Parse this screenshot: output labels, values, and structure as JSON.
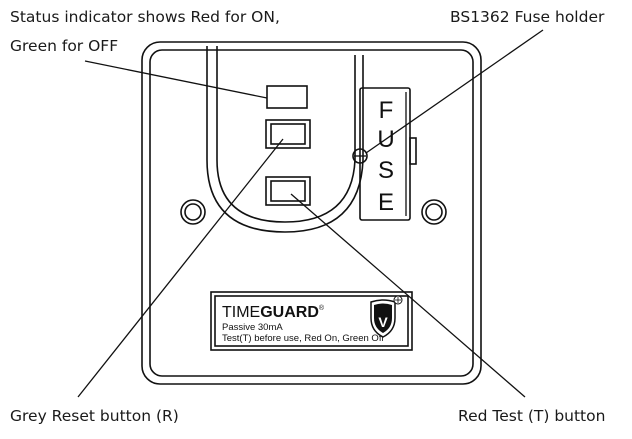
{
  "callouts": {
    "status_line1": "Status indicator shows Red for ON,",
    "status_line2": "Green for OFF",
    "fuse_holder": "BS1362 Fuse holder",
    "reset_button": "Grey Reset button (R)",
    "test_button": "Red Test (T) button"
  },
  "fuse_label": [
    "F",
    "U",
    "S",
    "E"
  ],
  "label_plate": {
    "brand_light": "TIME",
    "brand_bold": "GUARD",
    "trademark": "®",
    "line1": "Passive 30mA",
    "line2": "Test(T) before use,  Red On, Green Off"
  },
  "logo": {
    "letter": "V"
  }
}
